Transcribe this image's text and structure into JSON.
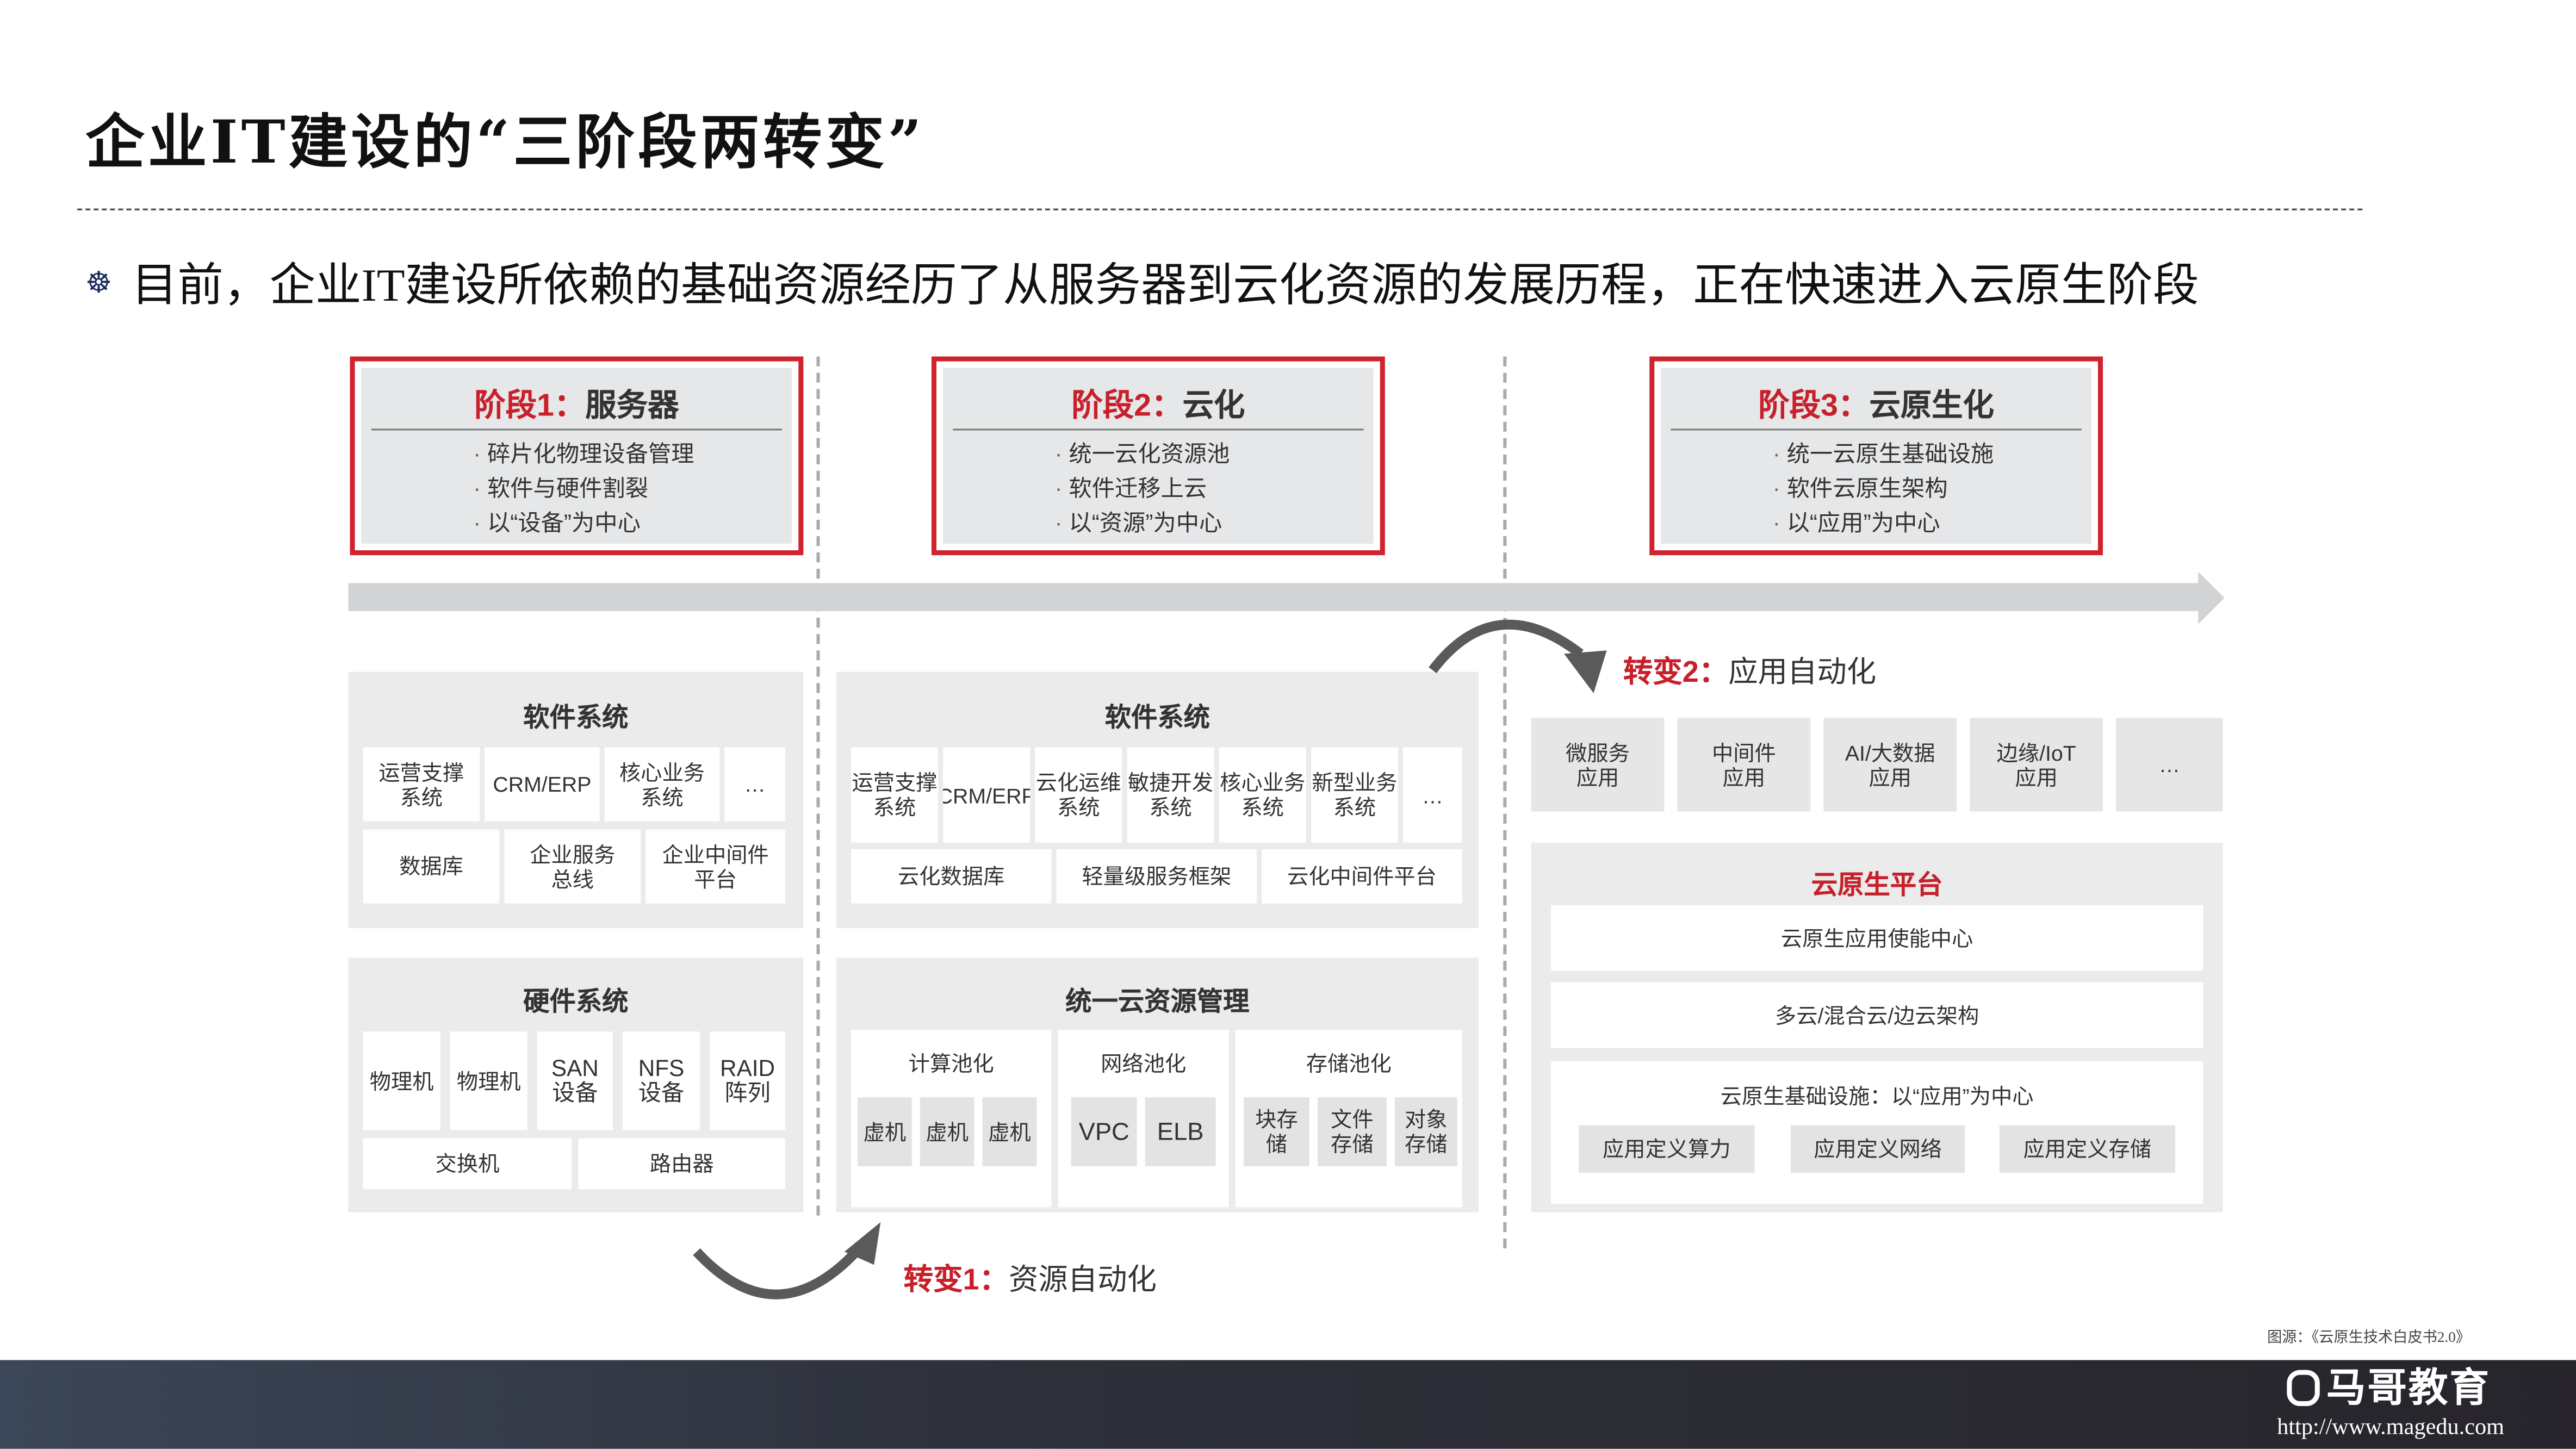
{
  "title": "企业IT建设的“三阶段两转变”",
  "bullet": "目前，企业IT建设所依赖的基础资源经历了从服务器到云化资源的发展历程，正在快速进入云原生阶段",
  "stages": [
    {
      "label": "阶段1：",
      "name": "服务器",
      "items": [
        "碎片化物理设备管理",
        "软件与硬件割裂",
        "以“设备”为中心"
      ]
    },
    {
      "label": "阶段2：",
      "name": "云化",
      "items": [
        "统一云化资源池",
        "软件迁移上云",
        "以“资源”为中心"
      ]
    },
    {
      "label": "阶段3：",
      "name": "云原生化",
      "items": [
        "统一云原生基础设施",
        "软件云原生架构",
        "以“应用”为中心"
      ]
    }
  ],
  "stage1": {
    "software": {
      "title": "软件系统",
      "row1": [
        "运营支撑系统",
        "CRM/ERP",
        "核心业务系统",
        "…"
      ],
      "row2": [
        "数据库",
        "企业服务总线",
        "企业中间件平台"
      ]
    },
    "hardware": {
      "title": "硬件系统",
      "row1": [
        "物理机",
        "物理机",
        "SAN设备",
        "NFS设备",
        "RAID阵列"
      ],
      "row2": [
        "交换机",
        "路由器"
      ]
    }
  },
  "stage2": {
    "software": {
      "title": "软件系统",
      "row1": [
        "运营支撑系统",
        "CRM/ERP",
        "云化运维系统",
        "敏捷开发系统",
        "核心业务系统",
        "新型业务系统",
        "…"
      ],
      "row2": [
        "云化数据库",
        "轻量级服务框架",
        "云化中间件平台"
      ]
    },
    "resources": {
      "title": "统一云资源管理",
      "compute": {
        "title": "计算池化",
        "items": [
          "虚机",
          "虚机",
          "虚机"
        ]
      },
      "network": {
        "title": "网络池化",
        "items": [
          "VPC",
          "ELB"
        ]
      },
      "storage": {
        "title": "存储池化",
        "items": [
          "块存储",
          "文件存储",
          "对象存储"
        ]
      }
    }
  },
  "stage3": {
    "apps": [
      "微服务应用",
      "中间件应用",
      "AI/大数据应用",
      "边缘/IoT应用",
      "…"
    ],
    "platform": {
      "title": "云原生平台",
      "rows": [
        "云原生应用使能中心",
        "多云/混合云/边云架构"
      ],
      "infra_title": "云原生基础设施：以“应用”为中心",
      "infra_items": [
        "应用定义算力",
        "应用定义网络",
        "应用定义存储"
      ]
    }
  },
  "transform1": {
    "label": "转变1：",
    "text": "资源自动化"
  },
  "transform2": {
    "label": "转变2：",
    "text": "应用自动化"
  },
  "source": "图源：《云原生技术白皮书2.0》",
  "footer": {
    "logo": "马哥教育",
    "url": "http://www.magedu.com"
  },
  "colors": {
    "accent": "#c8202b",
    "panel": "#ebebeb",
    "footer": "#2e303a"
  }
}
